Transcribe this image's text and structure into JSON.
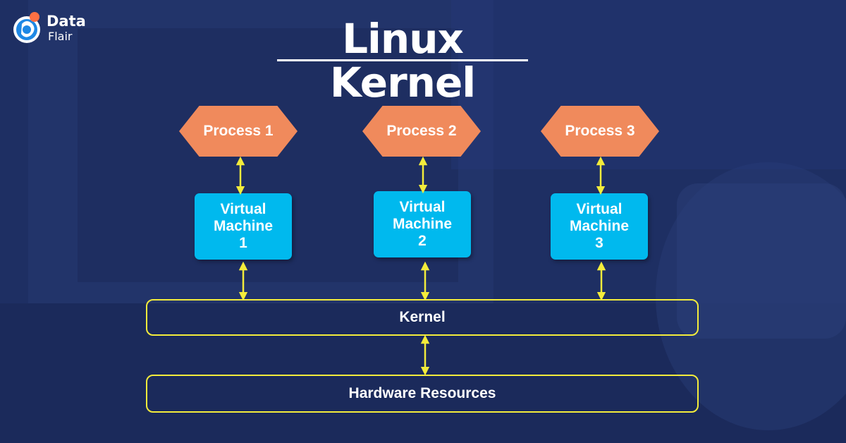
{
  "brand": {
    "line1": "Data",
    "line2": "Flair"
  },
  "title": "Linux Kernel",
  "processes": [
    {
      "label": "Process 1"
    },
    {
      "label": "Process 2"
    },
    {
      "label": "Process 3"
    }
  ],
  "virtual_machines": [
    {
      "line1": "Virtual",
      "line2": "Machine",
      "line3": "1"
    },
    {
      "line1": "Virtual",
      "line2": "Machine",
      "line3": "2"
    },
    {
      "line1": "Virtual",
      "line2": "Machine",
      "line3": "3"
    }
  ],
  "kernel_label": "Kernel",
  "hardware_label": "Hardware Resources",
  "colors": {
    "background": "#1e2f63",
    "process": "#f08a5c",
    "virtual_machine": "#00b9ee",
    "bar_outline": "#f3ec3b",
    "arrow": "#f3ec3b",
    "text": "#ffffff"
  }
}
